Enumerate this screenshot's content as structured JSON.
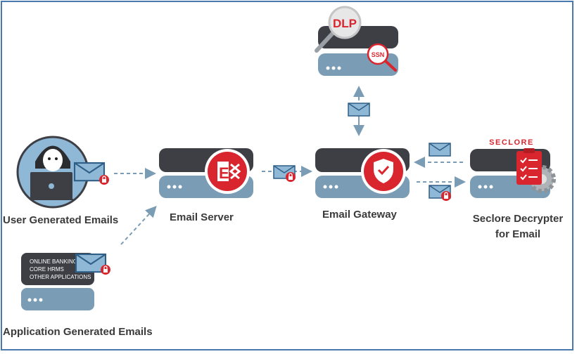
{
  "nodes": {
    "user": {
      "label": "User Generated Emails"
    },
    "app": {
      "label": "Application Generated Emails",
      "apps": [
        "ONLINE BANKING",
        "CORE HRMS",
        "OTHER APPLICATIONS"
      ]
    },
    "server": {
      "label": "Email Server"
    },
    "gateway": {
      "label": "Email Gateway"
    },
    "decrypter": {
      "label_line1": "Seclore Decrypter",
      "label_line2": "for Email",
      "logo_text": "SECLORE"
    },
    "dlp": {
      "badge": "DLP",
      "ssn": "SSN"
    }
  },
  "colors": {
    "frame": "#4a78b0",
    "server_dark": "#3d3f45",
    "server_light": "#7a9db5",
    "accent_red": "#d9262e",
    "arrow": "#7a9db5",
    "envelope_fill": "#8fb7d6",
    "envelope_stroke": "#2f5f86"
  }
}
